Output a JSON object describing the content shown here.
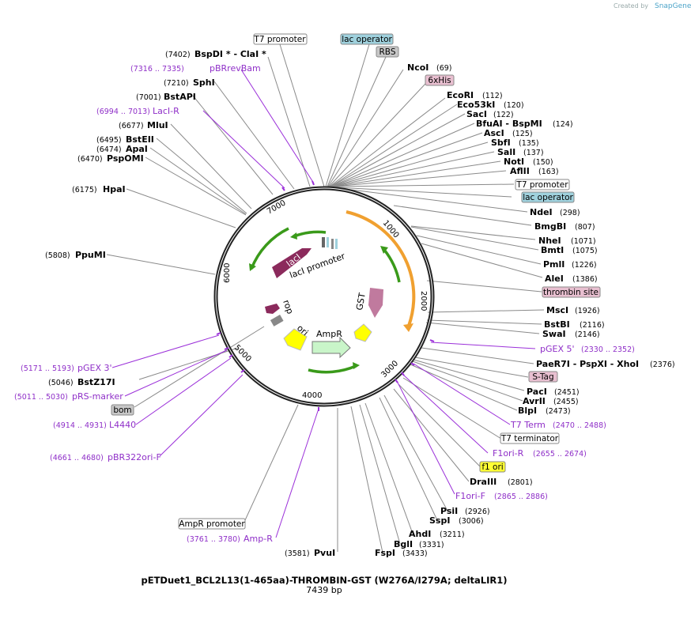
{
  "credit": {
    "created_by": "Created by",
    "brand": "SnapGene"
  },
  "title": "pETDuet1_BCL2L13(1-465aa)-THROMBIN-GST (W276A/I279A; deltaLIR1)",
  "subtitle": "7439 bp",
  "ticks": [
    "1000",
    "2000",
    "3000",
    "4000",
    "5000",
    "6000",
    "7000"
  ],
  "inner_labels": {
    "lacI": "lacI",
    "lacI_promoter": "lacI promoter",
    "rop": "rop",
    "ori": "ori",
    "ampR": "AmpR",
    "gst": "GST"
  },
  "sites": [
    {
      "name": "NcoI",
      "pos": "(69)"
    },
    {
      "name": "EcoRI",
      "pos": "(112)"
    },
    {
      "name": "Eco53kI",
      "pos": "(120)"
    },
    {
      "name": "SacI",
      "pos": "(122)"
    },
    {
      "name": "BfuAI  -  BspMI",
      "pos": "(124)"
    },
    {
      "name": "AscI",
      "pos": "(125)"
    },
    {
      "name": "SbfI",
      "pos": "(135)"
    },
    {
      "name": "SalI",
      "pos": "(137)"
    },
    {
      "name": "NotI",
      "pos": "(150)"
    },
    {
      "name": "AflII",
      "pos": "(163)"
    },
    {
      "name": "NdeI",
      "pos": "(298)"
    },
    {
      "name": "BmgBI",
      "pos": "(807)"
    },
    {
      "name": "NheI",
      "pos": "(1071)"
    },
    {
      "name": "BmtI",
      "pos": "(1075)"
    },
    {
      "name": "PmlI",
      "pos": "(1226)"
    },
    {
      "name": "AleI",
      "pos": "(1386)"
    },
    {
      "name": "MscI",
      "pos": "(1926)"
    },
    {
      "name": "BstBI",
      "pos": "(2116)"
    },
    {
      "name": "SwaI",
      "pos": "(2146)"
    },
    {
      "name": "PaeR7I  -  PspXI  -  XhoI",
      "pos": "(2376)"
    },
    {
      "name": "PacI",
      "pos": "(2451)"
    },
    {
      "name": "AvrII",
      "pos": "(2455)"
    },
    {
      "name": "BlpI",
      "pos": "(2473)"
    },
    {
      "name": "DraIII",
      "pos": "(2801)"
    },
    {
      "name": "PsiI",
      "pos": "(2926)"
    },
    {
      "name": "SspI",
      "pos": "(3006)"
    },
    {
      "name": "AhdI",
      "pos": "(3211)"
    },
    {
      "name": "BglI",
      "pos": "(3331)"
    },
    {
      "name": "FspI",
      "pos": "(3433)"
    },
    {
      "name": "PvuI",
      "pos": "(3581)"
    },
    {
      "name": "PpuMI",
      "pos": "(5808)"
    },
    {
      "name": "HpaI",
      "pos": "(6175)"
    },
    {
      "name": "PspOMI",
      "pos": "(6470)"
    },
    {
      "name": "ApaI",
      "pos": "(6474)"
    },
    {
      "name": "BstEII",
      "pos": "(6495)"
    },
    {
      "name": "MluI",
      "pos": "(6677)"
    },
    {
      "name": "BstAPI",
      "pos": "(7001)"
    },
    {
      "name": "SphI",
      "pos": "(7210)"
    },
    {
      "name": "BspDI *  -  ClaI *",
      "pos": "(7402)"
    },
    {
      "name": "BstZ17I",
      "pos": "(5046)"
    }
  ],
  "primers": [
    {
      "name": "pBRrevBam",
      "pos": "(7316 .. 7335)"
    },
    {
      "name": "LacI-R",
      "pos": "(6994 .. 7013)"
    },
    {
      "name": "pGEX 5'",
      "pos": "(2330 .. 2352)"
    },
    {
      "name": "T7 Term",
      "pos": "(2470 .. 2488)"
    },
    {
      "name": "F1ori-R",
      "pos": "(2655 .. 2674)"
    },
    {
      "name": "F1ori-F",
      "pos": "(2865 .. 2886)"
    },
    {
      "name": "pGEX 3'",
      "pos": "(5171 .. 5193)"
    },
    {
      "name": "pRS-marker",
      "pos": "(5011 .. 5030)"
    },
    {
      "name": "L4440",
      "pos": "(4914 .. 4931)"
    },
    {
      "name": "pBR322ori-F",
      "pos": "(4661 .. 4680)"
    },
    {
      "name": "Amp-R",
      "pos": "(3761 .. 3780)"
    }
  ],
  "features": {
    "t7_promoter_top": "T7 promoter",
    "lac_operator_top": "lac operator",
    "rbs": "RBS",
    "his": "6xHis",
    "t7_promoter_right": "T7 promoter",
    "lac_operator_right": "lac operator",
    "thrombin": "thrombin site",
    "stag": "S-Tag",
    "t7_terminator": "T7 terminator",
    "f1ori": "f1 ori",
    "bom": "bom",
    "ampr_promoter": "AmpR promoter"
  },
  "colors": {
    "lac_operator": "#9fd1dd",
    "rbs": "#c7c7c7",
    "tag": "#e8bfd0",
    "f1ori": "#ffff33",
    "primer": "#9b30d9",
    "gst": "#c07a9e",
    "lacI": "#8b2a5c",
    "amp": "#c9f5c9",
    "yellow": "#ffff00",
    "gene_orange": "#f0a030",
    "gene_green": "#3a9a1a"
  }
}
